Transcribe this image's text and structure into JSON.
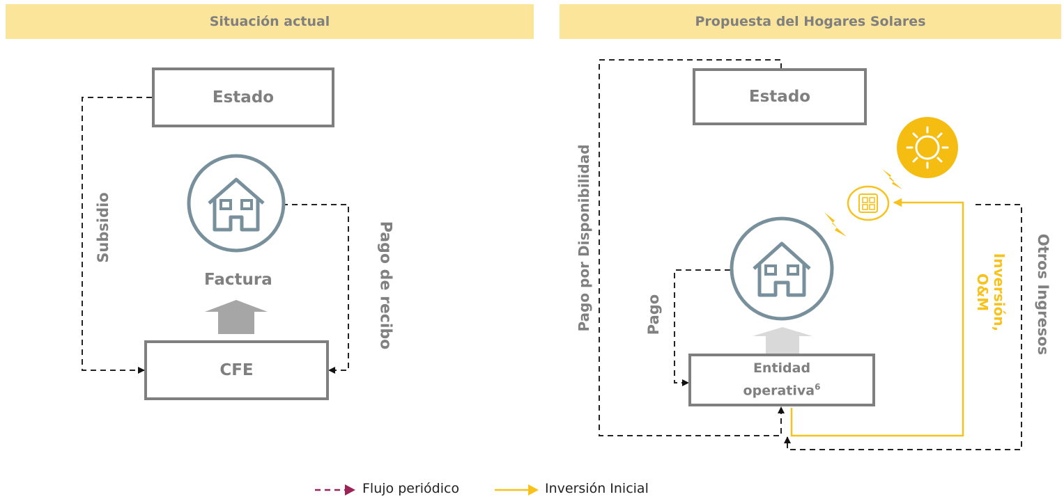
{
  "left_panel": {
    "header": "Situación actual",
    "estado": "Estado",
    "cfe": "CFE",
    "factura": "Factura",
    "subsidio": "Subsidio",
    "pago_recibo": "Pago de recibo"
  },
  "right_panel": {
    "header": "Propuesta del Hogares Solares",
    "estado": "Estado",
    "entidad_line1": "Entidad",
    "entidad_line2": "operativa",
    "entidad_sup": "6",
    "pago": "Pago",
    "pago_disponibilidad": "Pago por Disponibilidad",
    "inversion_line1": "Inversión,",
    "inversion_line2": "O&M",
    "otros_ingresos": "Otros Ingresos"
  },
  "legend": {
    "periodic": "Flujo periódico",
    "initial": "Inversión Inicial"
  },
  "colors": {
    "header_bg": "#fbe59a",
    "box_border": "#7f7f7f",
    "house": "#78909c",
    "sun": "#f5bd12",
    "investment_line": "#f7c21b",
    "periodic_arrow": "#9b2355"
  }
}
